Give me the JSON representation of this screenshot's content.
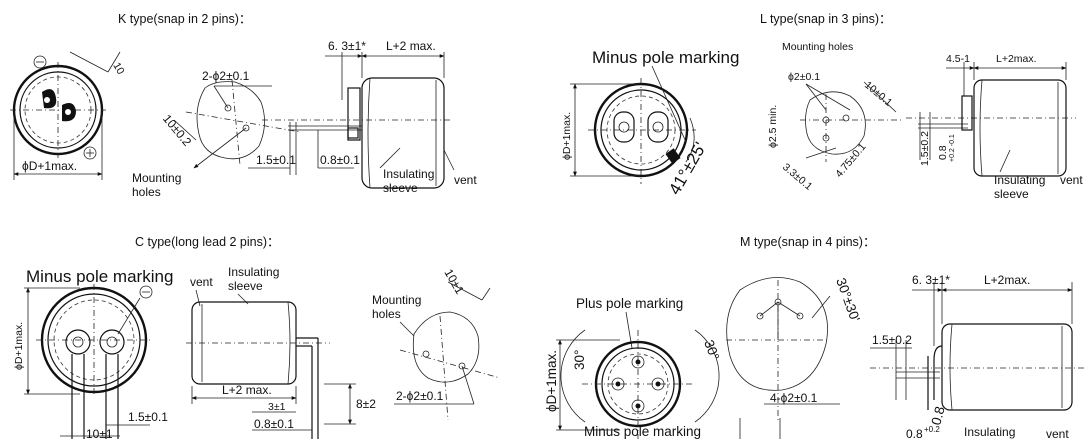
{
  "panels": {
    "k": {
      "title": "K type(snap in 2 pins)：",
      "labels": {
        "ten": "10",
        "diameter": "ϕD+1max.",
        "pinhole": "2-ϕ2±0.1",
        "ten_tol": "10±0.2",
        "mounting": "Mounting",
        "holes": "holes",
        "pitch": "1.5±0.1",
        "lead": "6. 3±1*",
        "length": "L+2 max.",
        "pin_thick": "0.8±0.1",
        "insulating": "Insulating",
        "sleeve": "sleeve",
        "vent": "vent"
      }
    },
    "l": {
      "title": "L type(snap in 3 pins)：",
      "labels": {
        "minus_pole": "Minus pole marking",
        "diameter": "ϕD+1max.",
        "angle": "41°±25'",
        "mounting_holes": "Mounting holes",
        "hole_dia": "ϕ2±0.1",
        "ten_tol": "10±0.1",
        "min_dia": "ϕ2.5 min.",
        "three_three": "3.3±0.1",
        "four_seven": "4.75±0.1",
        "lead": "4.5-1",
        "length": "L+2max.",
        "pitch": "1.5±0.2",
        "pin_thick": "0.8",
        "pin_tol": "+0.2 -0.1",
        "insulating": "Insulating",
        "sleeve": "sleeve",
        "vent": "vent"
      }
    },
    "c": {
      "title": "C type(long lead 2 pins)：",
      "labels": {
        "minus_pole": "Minus pole marking",
        "diameter": "ϕD+1max.",
        "vent": "vent",
        "insulating": "Insulating",
        "sleeve": "sleeve",
        "length": "L+2 max.",
        "lead_len": "8±2",
        "three": "3±1",
        "pin_thick": "0.8±0.1",
        "pitch": "1.5±0.1",
        "ten": "10±1",
        "ten_angle": "10±1",
        "mounting": "Mounting",
        "holes": "holes",
        "pinhole": "2-ϕ2±0.1"
      }
    },
    "m": {
      "title": "M type(snap in 4 pins)：",
      "labels": {
        "plus_pole": "Plus pole marking",
        "minus_pole": "Minus pole marking",
        "diameter": "ϕD+1max.",
        "thirty_l": "30°",
        "thirty_r": "30°",
        "angle": "30°±30'",
        "pinholes": "4-ϕ2±0.1",
        "lead": "6. 3±1*",
        "length": "L+2max.",
        "pitch": "1.5±0.2",
        "pin_thick": "0.8",
        "pin_thick2": "0.8",
        "pin_tol": "+0.2",
        "insulating": "Insulating",
        "vent": "vent"
      }
    }
  }
}
